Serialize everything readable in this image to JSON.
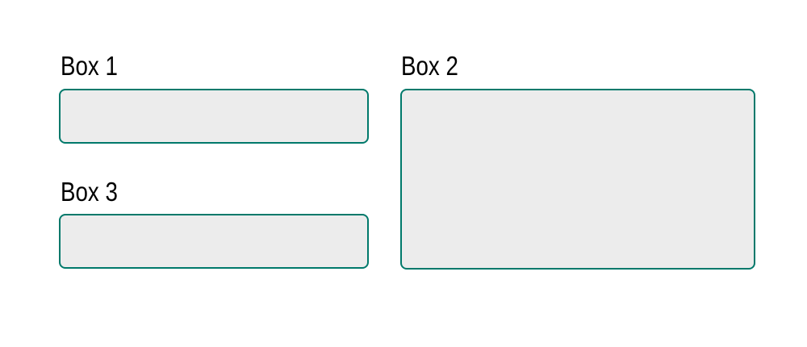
{
  "page": {
    "background": "#ffffff"
  },
  "colors": {
    "panel_border": "#00796b",
    "panel_fill": "#ececec",
    "label_text": "#000000"
  },
  "boxes": [
    {
      "id": "box1",
      "label": "Box 1"
    },
    {
      "id": "box2",
      "label": "Box 2"
    },
    {
      "id": "box3",
      "label": "Box 3"
    }
  ]
}
